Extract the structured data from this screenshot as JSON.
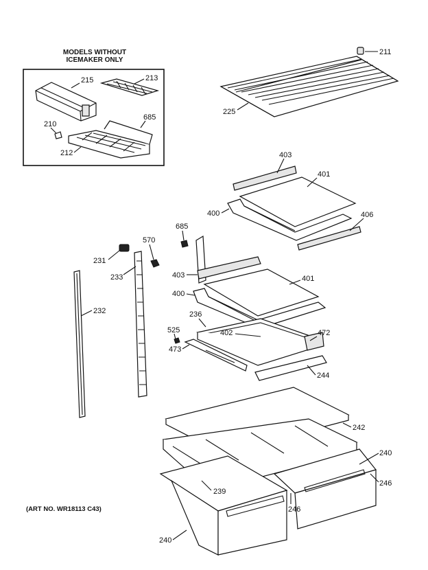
{
  "inset": {
    "header_line1": "MODELS WITHOUT",
    "header_line2": "ICEMAKER ONLY",
    "labels": {
      "p215": "215",
      "p213": "213",
      "p210": "210",
      "p685": "685",
      "p212": "212"
    }
  },
  "labels": {
    "p211": "211",
    "p225": "225",
    "p403a": "403",
    "p401a": "401",
    "p400a": "400",
    "p406": "406",
    "p685": "685",
    "p570": "570",
    "p231": "231",
    "p233": "233",
    "p403b": "403",
    "p401b": "401",
    "p400b": "400",
    "p232": "232",
    "p236": "236",
    "p525": "525",
    "p402": "402",
    "p472": "472",
    "p473": "473",
    "p244": "244",
    "p242": "242",
    "p240a": "240",
    "p246a": "246",
    "p239": "239",
    "p246b": "246",
    "p240b": "240"
  },
  "footer": {
    "art_no": "(ART NO. WR18113 C43)"
  }
}
